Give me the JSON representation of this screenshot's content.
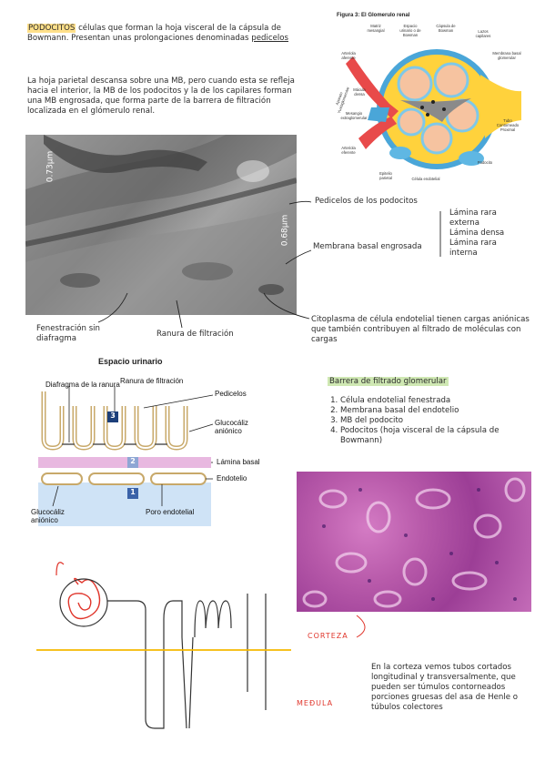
{
  "intro": {
    "term": "PODOCITOS",
    "rest": " células que forman la hoja visceral de la cápsula de Bowmann. Presentan unas prolongaciones denominadas ",
    "term2": "pedicelos"
  },
  "paragraph2": "La hoja parietal descansa sobre una MB, pero cuando esta se refleja hacia el interior, la MB de los podocitos y la de los capilares forman una MB engrosada, que forma parte de la barrera de filtración localizada en el glómerulo renal.",
  "figure3": {
    "title": "Figura 3: El Glomerulo renal",
    "labels": {
      "mesangio": "Matriz mesangial",
      "espacio": "Espacio urinario o de Bowman",
      "capsula": "Cápsula de Bowman",
      "lazos": "Lazos capilares",
      "membrana": "Membrana basal glomerular",
      "aferente": "Arteriola aferente",
      "aparato": "Aparato Yuxtaglomerular",
      "macula": "Mácula densa",
      "extra": "Mesangio extraglomerular",
      "eferente": "Arteriola eferente",
      "epitelio": "Epitelio parietal",
      "endotelial": "Célula endotelial",
      "podocito": "Podocito",
      "tubo": "Tubo Contorneado Proximal"
    }
  },
  "micrograph": {
    "scale1": "0.73µm",
    "scale2": "0.68µm",
    "pedicelos": "Pedicelos de los podocitos",
    "membrana": "Membrana basal engrosada",
    "layers": [
      "Lámina rara externa",
      "Lámina densa",
      "Lámina rara interna"
    ],
    "fenestracion": "Fenestración sin diafragma",
    "ranura": "Ranura de filtración",
    "citoplasma": "Citoplasma de célula endotelial tienen cargas aniónicas que también contribuyen al filtrado de moléculas con cargas"
  },
  "diagram": {
    "title": "Espacio urinario",
    "diafragma": "Diafragma de la ranura",
    "ranura": "Ranura de filtración",
    "pedicelos": "Pedicelos",
    "glucocaliz": "Glucocáliz aniónico",
    "lamina": "Lámina basal",
    "endotelio": "Endotelio",
    "glucocaliz2": "Glucocáliz aniónico",
    "poro": "Poro endotelial",
    "n1": "1",
    "n2": "2",
    "n3": "3"
  },
  "barrera": {
    "title": "Barrera de filtrado glomerular",
    "items": [
      "Célula endotelial fenestrada",
      "Membrana basal del endotelio",
      "MB del podocito",
      "Podocitos (hoja visceral de la cápsula de Bowmann)"
    ]
  },
  "sketch": {
    "corteza": "CORTEZA",
    "medula": "MEÐULA"
  },
  "bottom_text": "En la corteza vemos tubos cortados longitudinal y transversalmente, que pueden ser túmulos contorneados porciones gruesas del asa de Henle o túbulos colectores",
  "colors": {
    "highlight": "#ffe08a",
    "green_highlight": "#cfe8b3",
    "red_annot": "#e0352b",
    "yellow_line": "#f5b800"
  }
}
